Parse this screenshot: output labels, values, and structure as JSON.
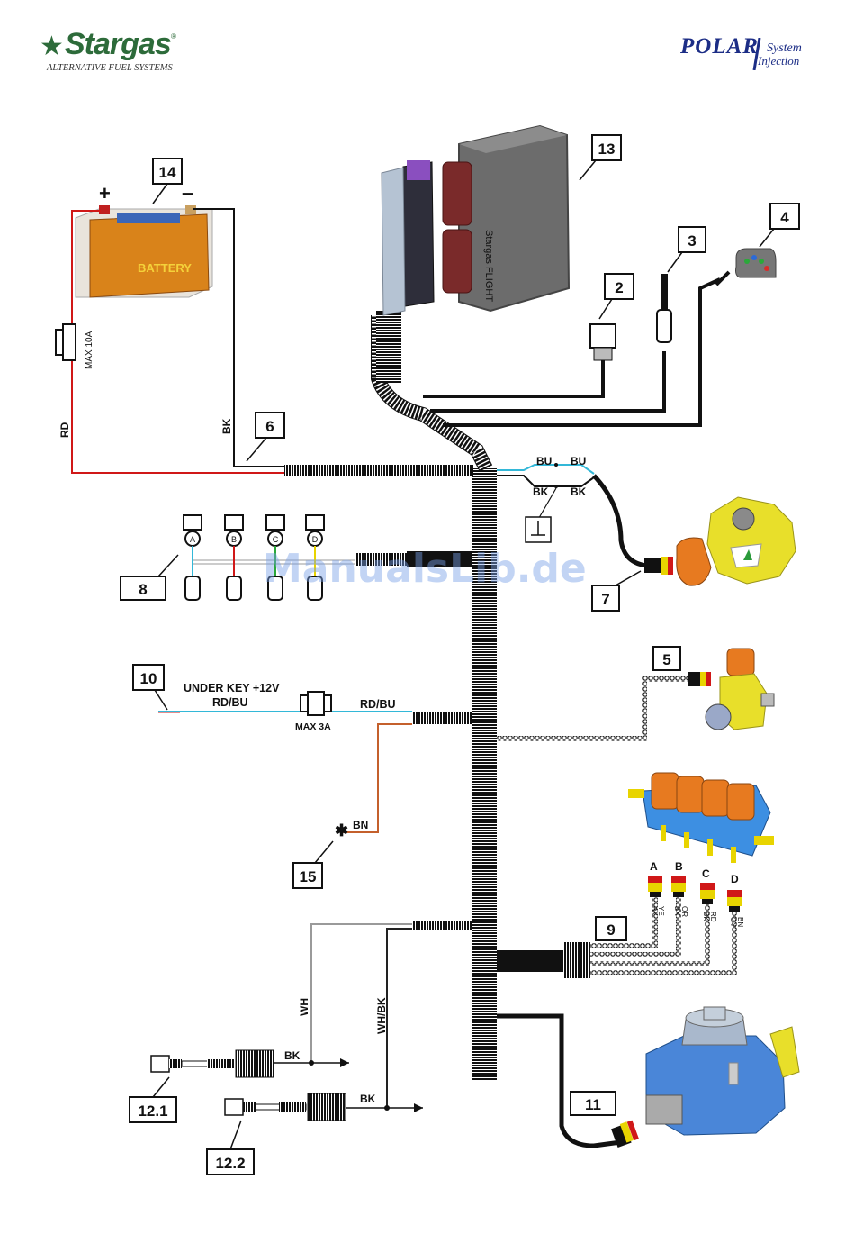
{
  "header": {
    "brand_name": "Stargas",
    "brand_tagline": "ALTERNATIVE FUEL SYSTEMS",
    "system_name": "POLAR",
    "system_sub1": "System",
    "system_sub2": "Injection"
  },
  "watermark": "ManualsLib.de",
  "callouts": {
    "c2": "2",
    "c3": "3",
    "c4": "4",
    "c5": "5",
    "c6": "6",
    "c7": "7",
    "c8": "8",
    "c9": "9",
    "c10": "10",
    "c11": "11",
    "c12_1": "12.1",
    "c12_2": "12.2",
    "c13": "13",
    "c14": "14",
    "c15": "15"
  },
  "battery": {
    "label": "BATTERY",
    "plus": "+",
    "minus": "–",
    "fuse": "MAX 10A"
  },
  "ecu_label": "Stargas FLIGHT",
  "wires": {
    "rd": "RD",
    "bk_batt": "BK",
    "bu_left": "BU",
    "bu_right": "BU",
    "bk_left": "BK",
    "bk_right": "BK",
    "under_key": "UNDER KEY +12V",
    "rdbu_left": "RD/BU",
    "rdbu_right": "RD/BU",
    "fuse_3a": "MAX 3A",
    "bn": "BN",
    "wh": "WH",
    "whbk": "WH/BK",
    "bk_121": "BK",
    "bk_122": "BK"
  },
  "injectors": {
    "a": "A",
    "b": "B",
    "c": "C",
    "d": "D",
    "a_wire1": "BK",
    "a_wire2": "YE",
    "b_wire1": "BK",
    "b_wire2": "OR",
    "c_wire1": "BK",
    "c_wire2": "RD",
    "d_wire1": "GY",
    "d_wire2": "BN"
  },
  "sensors8": {
    "a": "A",
    "b": "B",
    "c": "C",
    "d": "D"
  },
  "colors": {
    "red_wire": "#d01818",
    "cyan_wire": "#33b8d8",
    "brown_wire": "#c4602c",
    "grey_wire": "#9a9a9a",
    "harness": "#111111",
    "callout_border": "#111111",
    "battery_body": "#d9831a",
    "reducer_blue": "#4a86d8",
    "valve_yellow": "#e8df2a",
    "injector_orange": "#e77a20"
  }
}
